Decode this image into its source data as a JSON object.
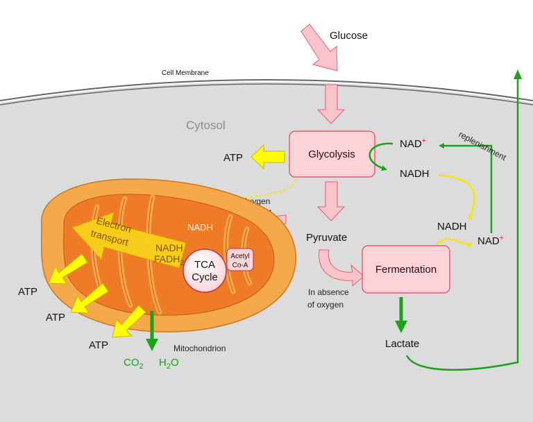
{
  "labels": {
    "glucose": "Glucose",
    "cell_membrane": "Cell Membrane",
    "cytosol": "Cytosol",
    "glycolysis": "Glycolysis",
    "atp_glycolysis": "ATP",
    "nad_top": "NAD",
    "nad_plus": "+",
    "nadh_top": "NADH",
    "replenishment": "replenishment",
    "oxygen_line1": "Oxygen",
    "oxygen_line2": "present",
    "nadh_mito": "NADH",
    "pyruvate": "Pyruvate",
    "nadh_right": "NADH",
    "nad_right": "NAD",
    "nad_right_plus": "+",
    "fermentation": "Fermentation",
    "absence_line1": "In absence",
    "absence_line2": "of oxygen",
    "lactate": "Lactate",
    "electron_line1": "Electron",
    "electron_line2": "transport",
    "nadh_fadh_line1": "NADH",
    "nadh_fadh_line2": "FADH",
    "fadh_sub": "2",
    "tca_line1": "TCA",
    "tca_line2": "Cycle",
    "acetyl_line1": "Acetyl",
    "acetyl_line2": "Co-A",
    "mitochondrion": "Mitochondrion",
    "atp_1": "ATP",
    "atp_2": "ATP",
    "atp_3": "ATP",
    "co2": "CO",
    "co2_sub": "2",
    "h2o_h": "H",
    "h2o_sub": "2",
    "h2o_o": "O"
  },
  "colors": {
    "cytosol": "#dcdcdc",
    "box_fill": "#fcd3d7",
    "box_stroke": "#e85b70",
    "pink_arrow": "#fbc4cb",
    "yellow_arrow": "#ffff00",
    "green_arrow": "#19a319",
    "mito_outer": "#f6a94b",
    "mito_inner": "#ef7b26",
    "plus_sign": "#e0202a"
  }
}
